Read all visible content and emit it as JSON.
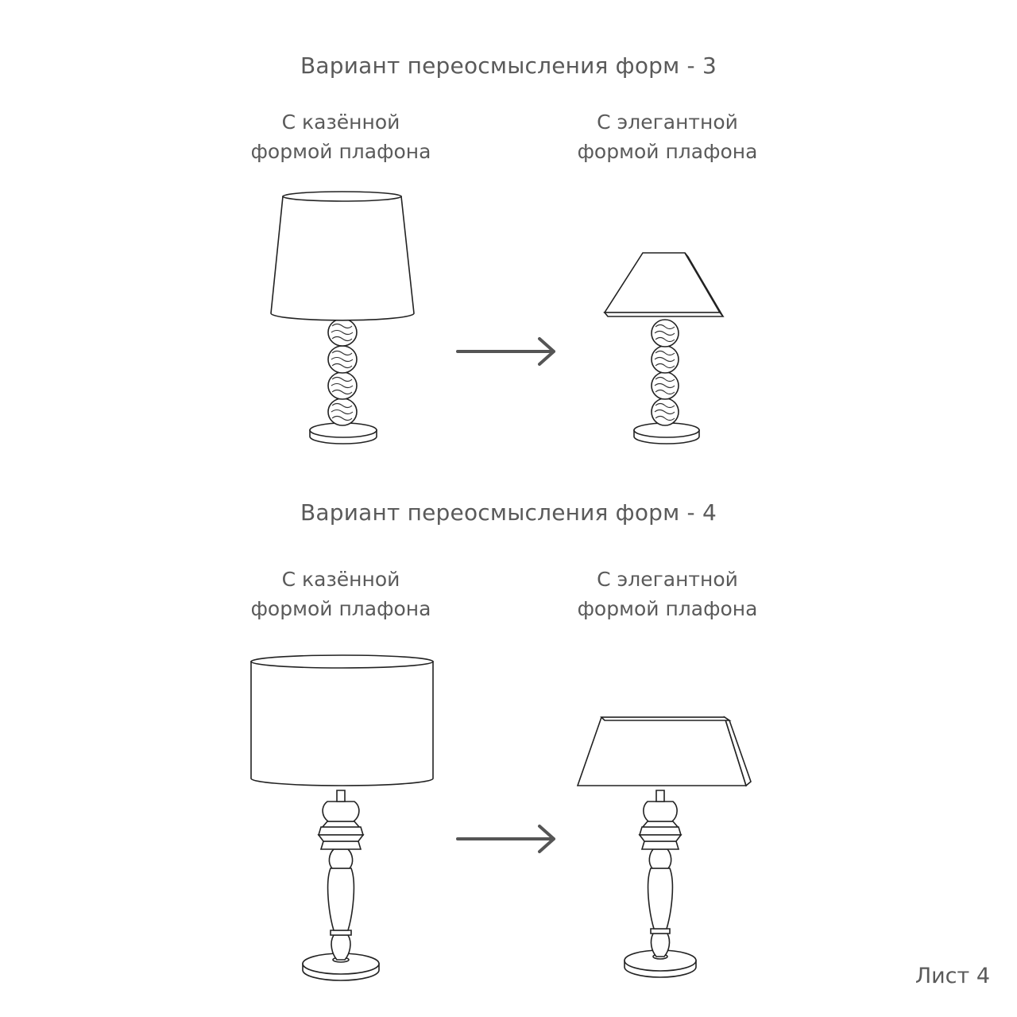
{
  "section3": {
    "title": "Вариант переосмысления форм - 3",
    "left_label": [
      "С казённой",
      "формой плафона"
    ],
    "right_label": [
      "С элегантной",
      "формой плафона"
    ]
  },
  "section4": {
    "title": "Вариант переосмысления форм - 4",
    "left_label": [
      "С казённой",
      "формой плафона"
    ],
    "right_label": [
      "С элегантной",
      "формой плафона"
    ]
  },
  "footer": {
    "sheet": "Лист 4"
  }
}
